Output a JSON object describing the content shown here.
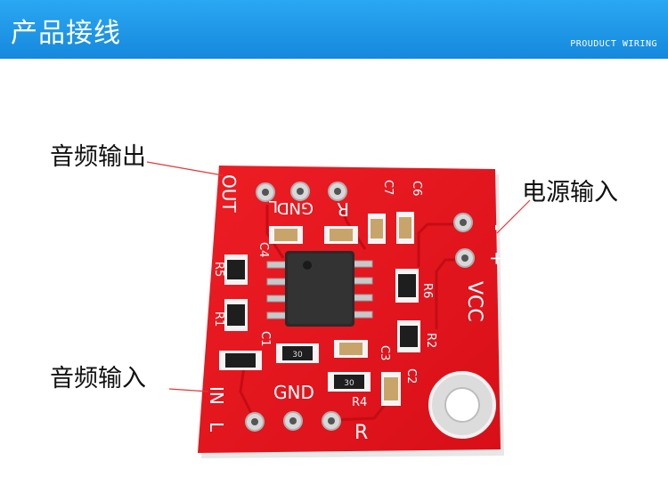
{
  "header": {
    "title": "产品接线",
    "subtitle": "PROUDUCT WIRING"
  },
  "callouts": {
    "audio_output": "音频输出",
    "power_input": "电源输入",
    "audio_input": "音频输入"
  },
  "board": {
    "color": "#e5141c",
    "silkscreen_color": "#ffffff",
    "top_labels": {
      "out": "OUT",
      "l": "L",
      "gnd": "GND",
      "r": "R"
    },
    "bottom_labels": {
      "in": "IN",
      "l": "L",
      "gnd": "GND",
      "r": "R"
    },
    "power_labels": {
      "minus": "-",
      "plus": "+",
      "vcc": "VCC"
    },
    "components": {
      "c1": "C1",
      "c2": "C2",
      "c3": "C3",
      "c4": "C4",
      "c6": "C6",
      "c7": "C7",
      "r1": "R1",
      "r2": "R2",
      "r4": "R4",
      "r5": "R5",
      "r6": "R6"
    },
    "resistor_marking": "30"
  }
}
